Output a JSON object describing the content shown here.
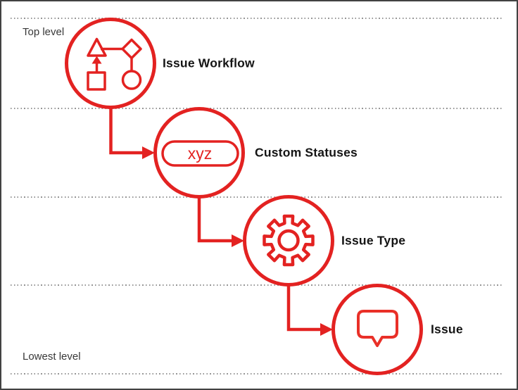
{
  "diagram": {
    "top_level_label": "Top level",
    "lowest_level_label": "Lowest level",
    "nodes": [
      {
        "label": "Issue Workflow",
        "icon": "workflow-icon"
      },
      {
        "label": "Custom Statuses",
        "icon": "status-pill-icon",
        "icon_text": "xyz"
      },
      {
        "label": "Issue Type",
        "icon": "gear-icon"
      },
      {
        "label": "Issue",
        "icon": "speech-bubble-icon"
      }
    ],
    "colors": {
      "accent_red": "#e32221",
      "bubble_red": "#e93028",
      "node_label_text": "#151515",
      "level_label_text": "#383838",
      "dotted_line": "#959595",
      "frame_border": "#424242",
      "background": "#ffffff"
    }
  }
}
